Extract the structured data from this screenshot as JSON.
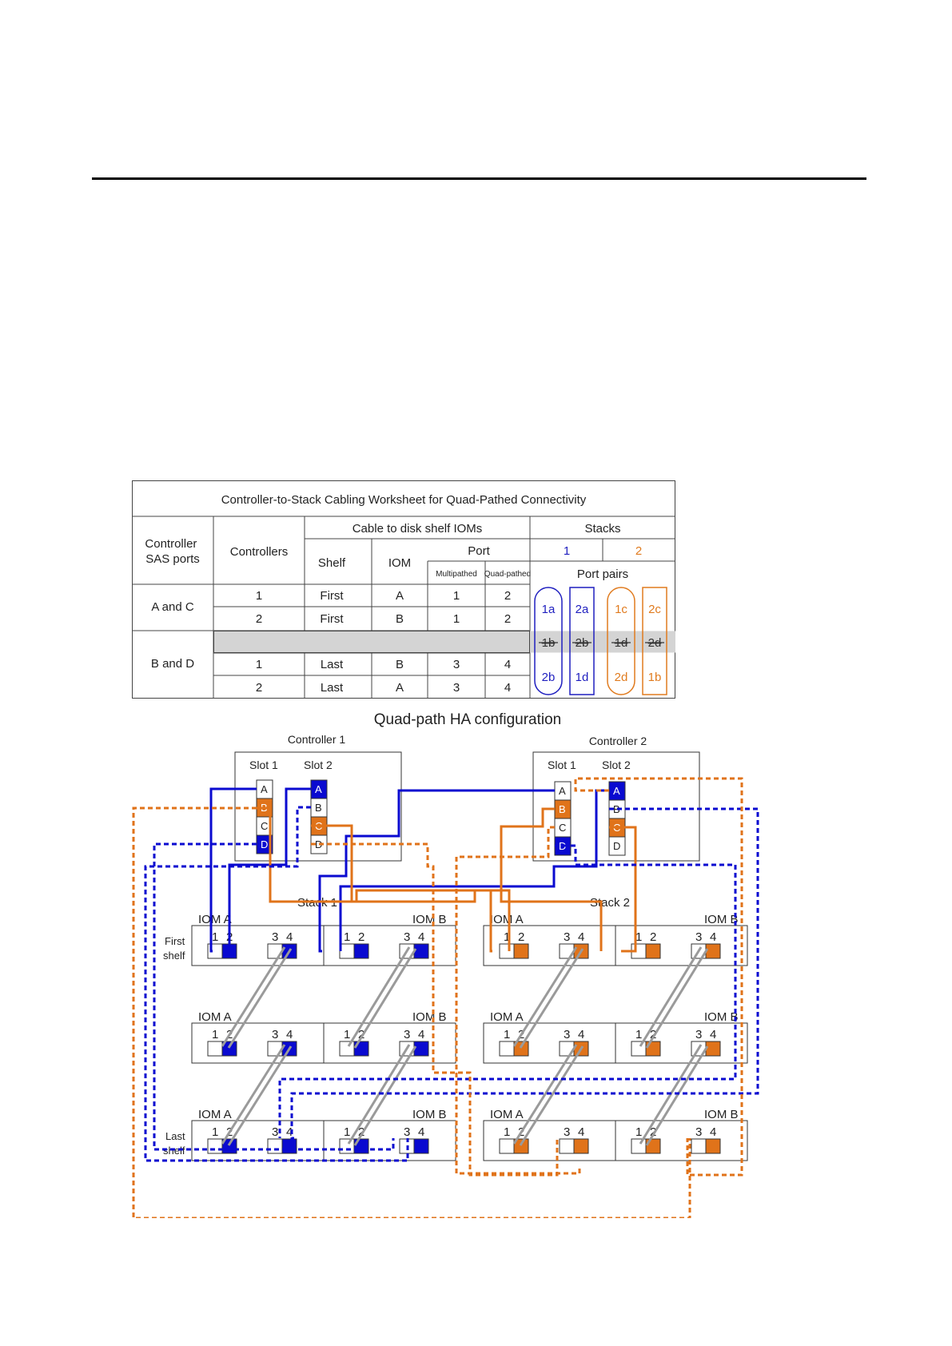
{
  "worksheet": {
    "title": "Controller-to-Stack Cabling Worksheet for Quad-Pathed Connectivity",
    "headers": {
      "controller_sas_ports": "Controller SAS ports",
      "controllers": "Controllers",
      "cable_to_iom": "Cable to disk shelf IOMs",
      "shelf": "Shelf",
      "iom": "IOM",
      "port": "Port",
      "multipathed": "Multipathed",
      "quad_pathed": "Quad-pathed",
      "stacks": "Stacks",
      "port_pairs": "Port pairs"
    },
    "stacks": [
      {
        "label": "1",
        "color": "#1f1fbf"
      },
      {
        "label": "2",
        "color": "#e07b1f"
      }
    ],
    "groups": [
      {
        "ports": "A and C",
        "rows": [
          {
            "controller": "1",
            "shelf": "First",
            "iom": "A",
            "multipathed": "1",
            "quad_pathed": "2"
          },
          {
            "controller": "2",
            "shelf": "First",
            "iom": "B",
            "multipathed": "1",
            "quad_pathed": "2"
          }
        ]
      },
      {
        "ports": "B and D",
        "rows": [
          {
            "controller": "1",
            "shelf": "Last",
            "iom": "B",
            "multipathed": "3",
            "quad_pathed": "4"
          },
          {
            "controller": "2",
            "shelf": "Last",
            "iom": "A",
            "multipathed": "3",
            "quad_pathed": "4"
          }
        ]
      }
    ],
    "port_pairs": [
      {
        "top": "1a",
        "mid": "1b",
        "bottom": "2b",
        "color": "#1f1fbf"
      },
      {
        "top": "2a",
        "mid": "2b",
        "bottom": "1d",
        "color": "#1f1fbf"
      },
      {
        "top": "1c",
        "mid": "1d",
        "bottom": "2d",
        "color": "#e07b1f"
      },
      {
        "top": "2c",
        "mid": "2d",
        "bottom": "1b",
        "color": "#e07b1f"
      }
    ]
  },
  "diagram": {
    "title": "Quad-path HA configuration",
    "controller1": {
      "label": "Controller 1",
      "slot1": "Slot 1",
      "slot2": "Slot 2"
    },
    "controller2": {
      "label": "Controller 2",
      "slot1": "Slot 1",
      "slot2": "Slot 2"
    },
    "ports": [
      "A",
      "B",
      "C",
      "D"
    ],
    "stack1_label": "Stack 1",
    "stack2_label": "Stack 2",
    "iom_a": "IOM A",
    "iom_b": "IOM B",
    "first_shelf": "First shelf",
    "last_shelf": "Last shelf",
    "port_numbers": [
      "1",
      "2",
      "3",
      "4"
    ],
    "colors": {
      "blue": "#0a0ad0",
      "orange": "#e0731a",
      "gray": "#9a9a9a"
    }
  }
}
